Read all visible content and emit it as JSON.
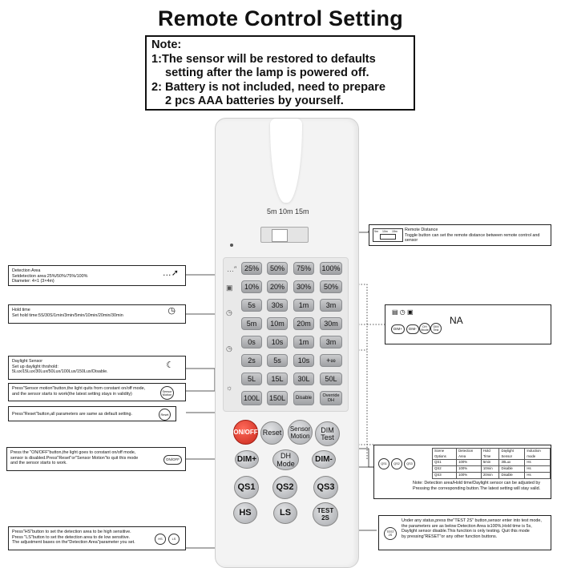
{
  "title": "Remote Control Setting",
  "note": {
    "heading": "Note:",
    "line1a": "1:The sensor will be restored to defaults",
    "line1b": "setting after the lamp is powered off.",
    "line2a": "2: Battery is not included, need to prepare",
    "line2b": "2 pcs AAA batteries by yourself."
  },
  "remote": {
    "distance": [
      "5m",
      "10m",
      "15m"
    ],
    "rows": [
      [
        "25%",
        "50%",
        "75%",
        "100%"
      ],
      [
        "10%",
        "20%",
        "30%",
        "50%"
      ],
      [
        "5s",
        "30s",
        "1m",
        "3m"
      ],
      [
        "5m",
        "10m",
        "20m",
        "30m"
      ],
      [
        "0s",
        "10s",
        "1m",
        "3m"
      ],
      [
        "2s",
        "5s",
        "10s",
        "+∞"
      ],
      [
        "5L",
        "15L",
        "30L",
        "50L"
      ],
      [
        "100L",
        "150L",
        "Disable",
        "Override DH"
      ]
    ],
    "on_off": "ON/OFF",
    "reset": "Reset",
    "sensor_motion": "Sensor Motion",
    "dim_test": "DIM Test",
    "dim_plus": "DIM+",
    "dh_mode": "DH Mode",
    "dim_minus": "DIM-",
    "qs1": "QS1",
    "qs2": "QS2",
    "qs3": "QS3",
    "hs": "HS",
    "ls": "LS",
    "test2s": "TEST 2S"
  },
  "callouts": {
    "remote_distance": {
      "title": "Remote Distance",
      "text": "Toggle button can set the remote distance between remote control and sensor",
      "icon_labels": [
        "5m",
        "10m",
        "15m"
      ]
    },
    "detection_area": {
      "title": "Detection Area",
      "text": "Setdetection area:25%/50%/75%/100%",
      "diameter": "Diameter: 4×1 (3×4m)"
    },
    "hold_time": {
      "title": "Hold time",
      "text": "Set hold time:5S/30S/1min/3min/5min/10min/20min/30min"
    },
    "daylight": {
      "title": "Daylight Sensor",
      "text1": "Set up daylight thrshold:",
      "text2": "5Lux/15Lux/30Lux/50Lux/100Lux/150Lux/Disable."
    },
    "sensor_motion": {
      "text1": "Press\"Sensor motion\"button,the light quits from constant on/off mode,",
      "text2": "and the sensor starts to work(the latest setting stays in validity)",
      "icon": "Sensor Motion"
    },
    "reset": {
      "text": "Press\"Reset\"button,all parameters are same as default setting.",
      "icon": "Reset"
    },
    "on_off": {
      "text1": "Press the \"ON/OFF\"button,the light goes to constant on/off mode,",
      "text2": "sensor is disabled.Press\"Reset\"or\"Sensor Motion\"to quit this mode",
      "text3": "and the sensor starts to work.",
      "icon": "ON/OFF"
    },
    "na": {
      "label": "NA",
      "icons": [
        "DIM+",
        "DIM-",
        "DH Mode",
        "DIM Test"
      ]
    },
    "qs": {
      "icons": [
        "QS1",
        "QS2",
        "QS3"
      ],
      "table_header": [
        "Scene Options",
        "Detection Area",
        "Hold Time",
        "Daylight Sensor",
        "Induction mode"
      ],
      "table_rows": [
        [
          "QS1",
          "100%",
          "5min",
          "30Lux",
          "Hs"
        ],
        [
          "QS2",
          "100%",
          "10min",
          "Disable",
          "Hs"
        ],
        [
          "QS3",
          "100%",
          "20min",
          "Disable",
          "Hs"
        ]
      ],
      "note1": "Note: Detection area/Hold time/Daylight sensor can be adjusted by",
      "note2": "Pressing the corresponding button.The latest setting will stay valid."
    },
    "hs_ls": {
      "text1": "Press\"HS\"button to set the detection area to be high sensitive.",
      "text2": "Press \"LS\"button to set the detection area to de low sensitive.",
      "text3": "The adjustment bases on the\"Detection Area\"parameter you set.",
      "icons": [
        "HS",
        "LS"
      ]
    },
    "test2s": {
      "text1": "Under any status,press the\"TEST 2S\" button,sensor enter into test mode,",
      "text2": "the parameters are as below:Detection Area is100%,Hold time is 5s,",
      "text3": "Daylight sensor disable.This function is only testing. Quit this mode",
      "text4": "by pressing\"RESET\"or any other function buttons.",
      "icon": "TEST 2S"
    }
  }
}
